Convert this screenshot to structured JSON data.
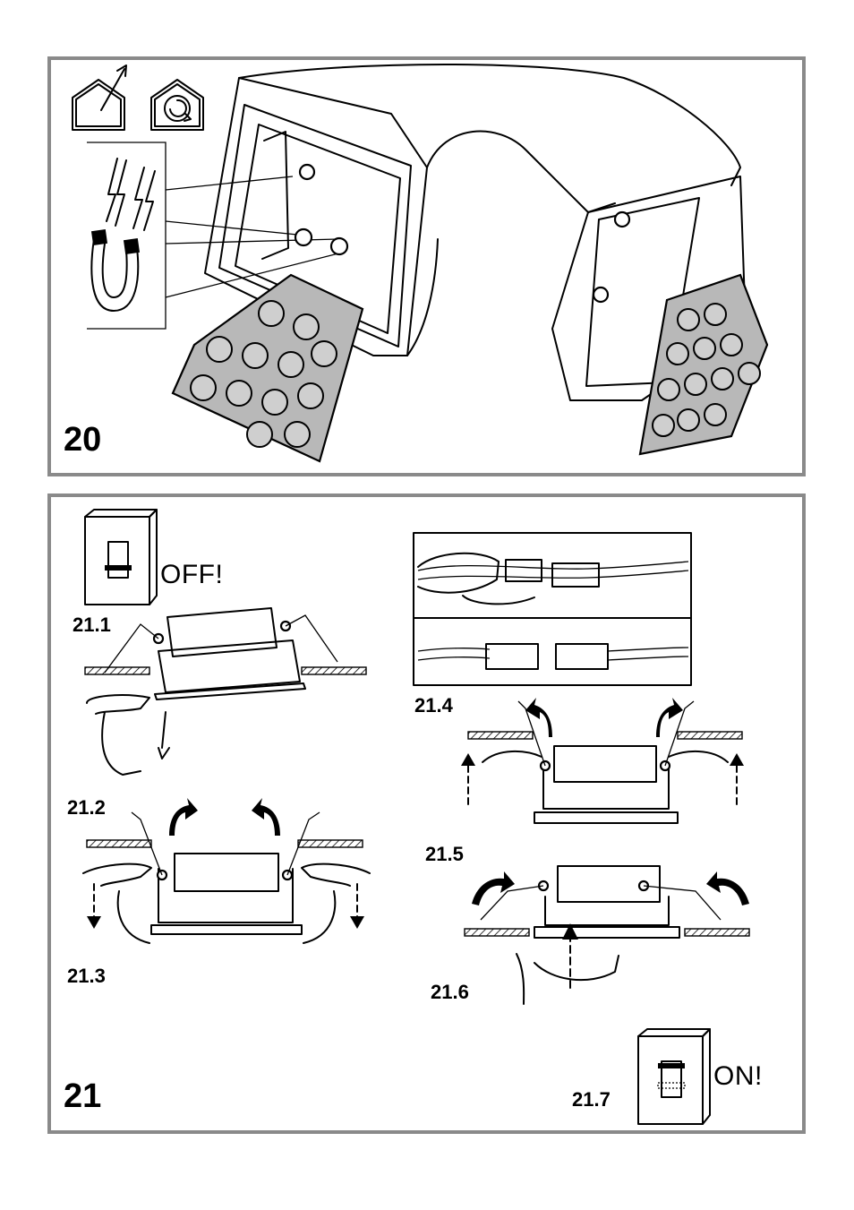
{
  "panel_20": {
    "step_number": "20",
    "icons": [
      "ducted-mode-icon",
      "recirculation-mode-icon",
      "magnet-icon"
    ]
  },
  "panel_21": {
    "step_number": "21",
    "substeps": {
      "s1": "21.1",
      "s2": "21.2",
      "s3": "21.3",
      "s4": "21.4",
      "s5": "21.5",
      "s6": "21.6",
      "s7": "21.7"
    },
    "switch_off_label": "OFF!",
    "switch_on_label": "ON!"
  }
}
